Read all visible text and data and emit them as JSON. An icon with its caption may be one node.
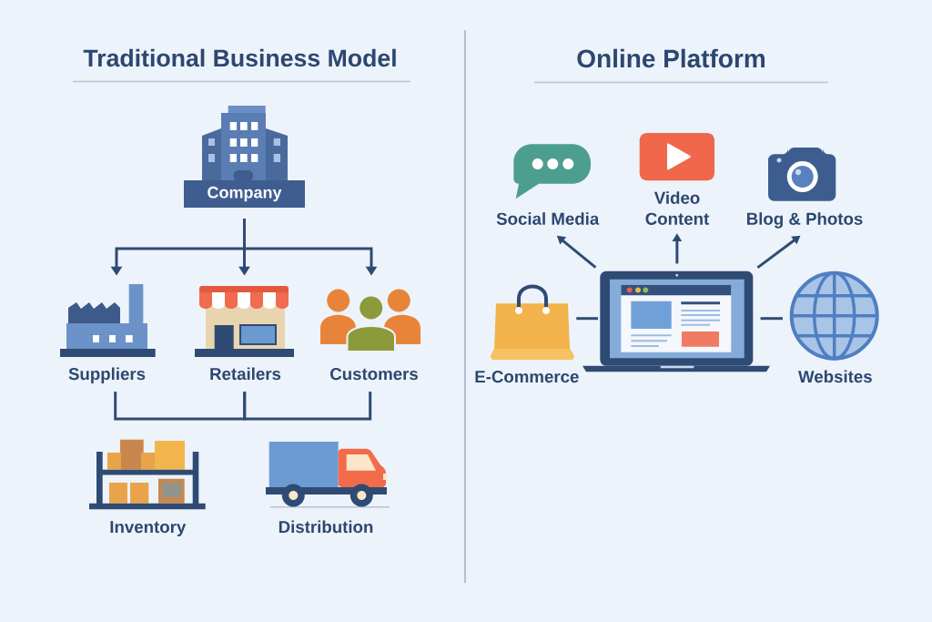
{
  "diagram": {
    "nodes": [
      {
        "text": [
          "Company"
        ]
      },
      {
        "text": [
          "Suppliers"
        ]
      },
      {
        "text": [
          "Retailers"
        ]
      },
      {
        "text": [
          "Customers"
        ]
      },
      {
        "text": [
          "Inventory"
        ]
      },
      {
        "text": [
          "Distribution"
        ]
      },
      {
        "text": [
          "Social Media"
        ]
      },
      {
        "text": [
          "Video Content"
        ]
      },
      {
        "text": [
          "Blog & Photos"
        ]
      },
      {
        "text": [
          "E-Commerce"
        ]
      },
      {
        "text": [],
        "shape": "picture"
      },
      {
        "text": [
          "Websites"
        ]
      }
    ],
    "edges": [
      {
        "from": 0,
        "to": 1,
        "arrow": "to"
      },
      {
        "from": 0,
        "to": 2,
        "arrow": "to"
      },
      {
        "from": 0,
        "to": 3,
        "arrow": "to"
      },
      {
        "from": 1,
        "to": 2,
        "arrow": "none"
      },
      {
        "from": 2,
        "to": 3,
        "arrow": "none"
      },
      {
        "from": 10,
        "to": 6,
        "arrow": "to"
      },
      {
        "from": 10,
        "to": 7,
        "arrow": "to"
      },
      {
        "from": 10,
        "to": 8,
        "arrow": "to"
      },
      {
        "from": 10,
        "to": 9,
        "arrow": "none"
      },
      {
        "from": 10,
        "to": 11,
        "arrow": "none"
      }
    ],
    "labels": [
      "Traditional Business Model",
      "Online Platform"
    ]
  }
}
